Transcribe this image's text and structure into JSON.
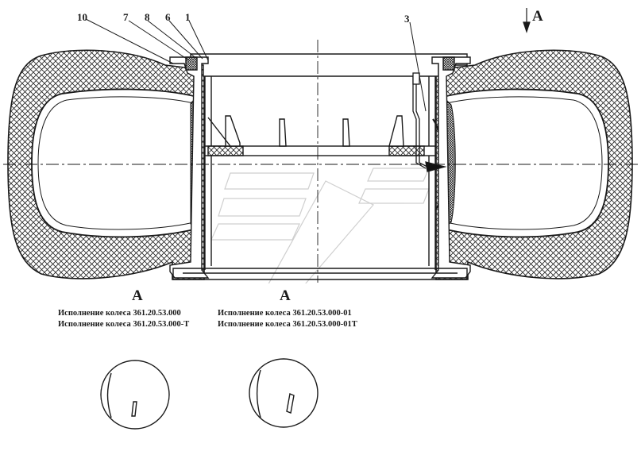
{
  "callouts": {
    "c10": "10",
    "c7": "7",
    "c8": "8",
    "c6": "6",
    "c1": "1",
    "c3": "3"
  },
  "view_marker": "A",
  "view_a_left": "A",
  "view_a_right": "A",
  "captions": {
    "left_line1": "Исполнение колеса 361.20.53.000",
    "left_line2": "Исполнение колеса 361.20.53.000-Т",
    "right_line1": "Исполнение колеса 361.20.53.000-01",
    "right_line2": "Исполнение колеса 361.20.53.000-01Т"
  },
  "colors": {
    "line": "#1a1a1a",
    "hatch": "#222222",
    "tire_fill": "#ffffff"
  }
}
